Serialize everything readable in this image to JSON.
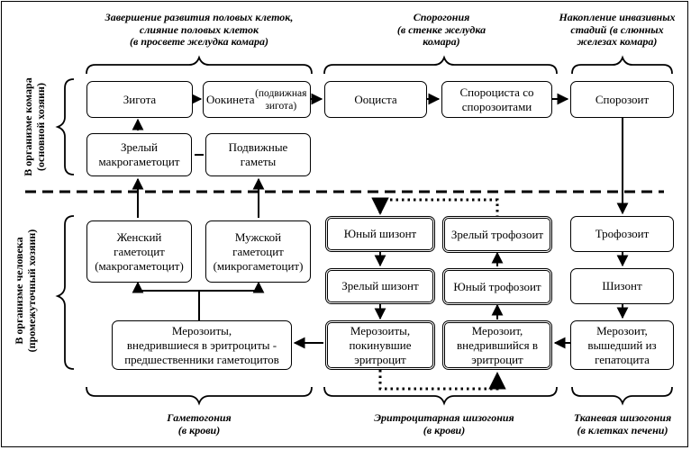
{
  "headers": {
    "top_left": "Завершение развития половых клеток,\nслияние половых клеток\n(в просвете желудка комара)",
    "top_middle": "Спорогония\n(в стенке желудка\nкомара)",
    "top_right": "Накопление инвазивных\nстадий (в слюнных\nжелезах комара)",
    "bottom_left": "Гаметогония\n(в крови)",
    "bottom_middle": "Эритроцитарная шизогония\n(в крови)",
    "bottom_right": "Тканевая шизогония\n(в клетках печени)"
  },
  "side_labels": {
    "mosquito": "В организме комара\n(основной хозяин)",
    "human": "В организме человека\n(промежуточный хозяин)"
  },
  "boxes": {
    "zygote": "Зигота",
    "ookinete": "Оокинета",
    "ookinete_sub": "(подвижная зигота)",
    "oocyst": "Ооциста",
    "sporocyst": "Спороциста со\nспорозоитами",
    "sporozoite": "Спорозоит",
    "macrogametocyte_mature": "Зрелый\nмакрогаметоцит",
    "motile_gametes": "Подвижные\nгаметы",
    "female_gametocyte": "Женский\nгаметоцит\n(макрогаметоцит)",
    "male_gametocyte": "Мужской\nгаметоцит\n(микрогаметоцит)",
    "young_schizont": "Юный шизонт",
    "mature_trophozoite": "Зрелый трофозоит",
    "mature_schizont": "Зрелый шизонт",
    "young_trophozoite": "Юный трофозоит",
    "merozoites_gametocyte_precursors": "Мерозоиты,\nвнедрившиеся в эритроциты -\nпредшественники гаметоцитов",
    "merozoites_left_rbc": "Мерозоиты,\nпокинувшие\nэритроцит",
    "merozoite_in_rbc": "Мерозоит,\nвнедрившийся в\nэритроцит",
    "trophozoite": "Трофозоит",
    "schizont": "Шизонт",
    "merozoite_from_hepatocyte": "Мерозоит,\nвышедший из\nгепатоцита"
  }
}
